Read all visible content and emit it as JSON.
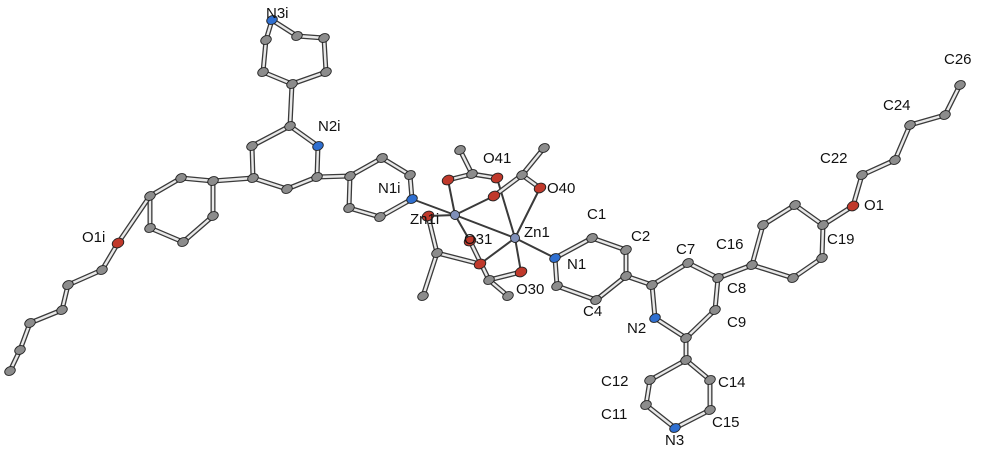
{
  "figure": {
    "labels": {
      "n3i": "N3i",
      "n2i": "N2i",
      "n1i": "N1i",
      "zn1i": "Zn1i",
      "o1i": "O1i",
      "o31": "O31",
      "o41": "O41",
      "o40": "O40",
      "zn1": "Zn1",
      "o30": "O30",
      "n1": "N1",
      "c1": "C1",
      "c2": "C2",
      "c4": "C4",
      "c7": "C7",
      "c8": "C8",
      "c9": "C9",
      "n2": "N2",
      "c16": "C16",
      "c19": "C19",
      "o1": "O1",
      "c22": "C22",
      "c24": "C24",
      "c26": "C26",
      "c12": "C12",
      "c14": "C14",
      "c11": "C11",
      "c15": "C15",
      "n3": "N3"
    },
    "colors": {
      "carbon": "#8c8c8c",
      "oxygen": "#c0392b",
      "nitrogen": "#2f6fd0",
      "zinc": "#7f8fb8",
      "bond": "#9a9a9a",
      "bond_edge": "#3a3a3a"
    }
  }
}
